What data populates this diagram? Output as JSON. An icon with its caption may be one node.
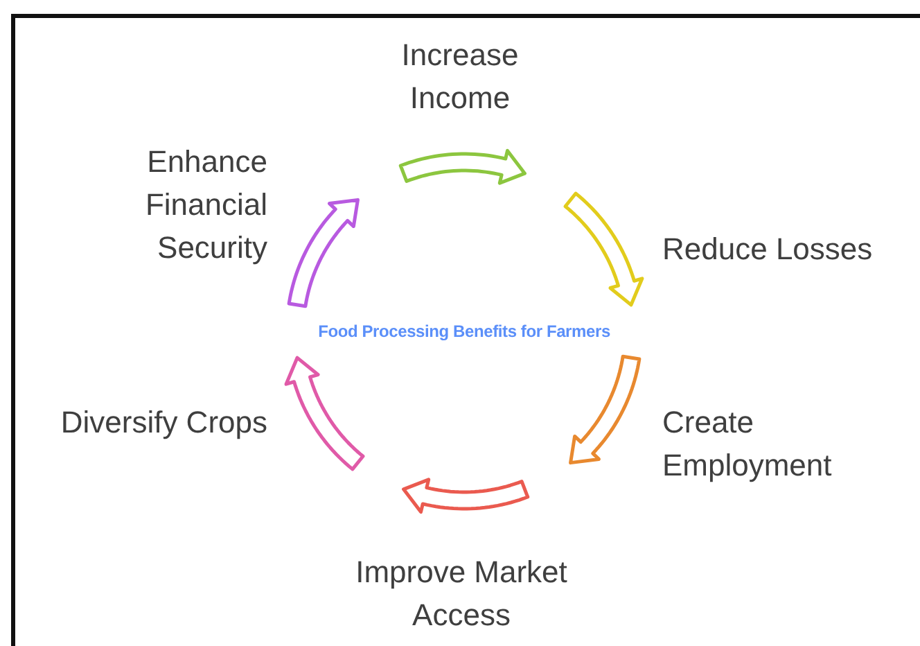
{
  "diagram": {
    "labels": [
      "Food Processing Benefits for Farmers",
      "Increase Income",
      "Reduce Losses",
      "Create Employment",
      "Improve Market Access",
      "Diversify Crops",
      "Enhance Financial Security"
    ]
  }
}
